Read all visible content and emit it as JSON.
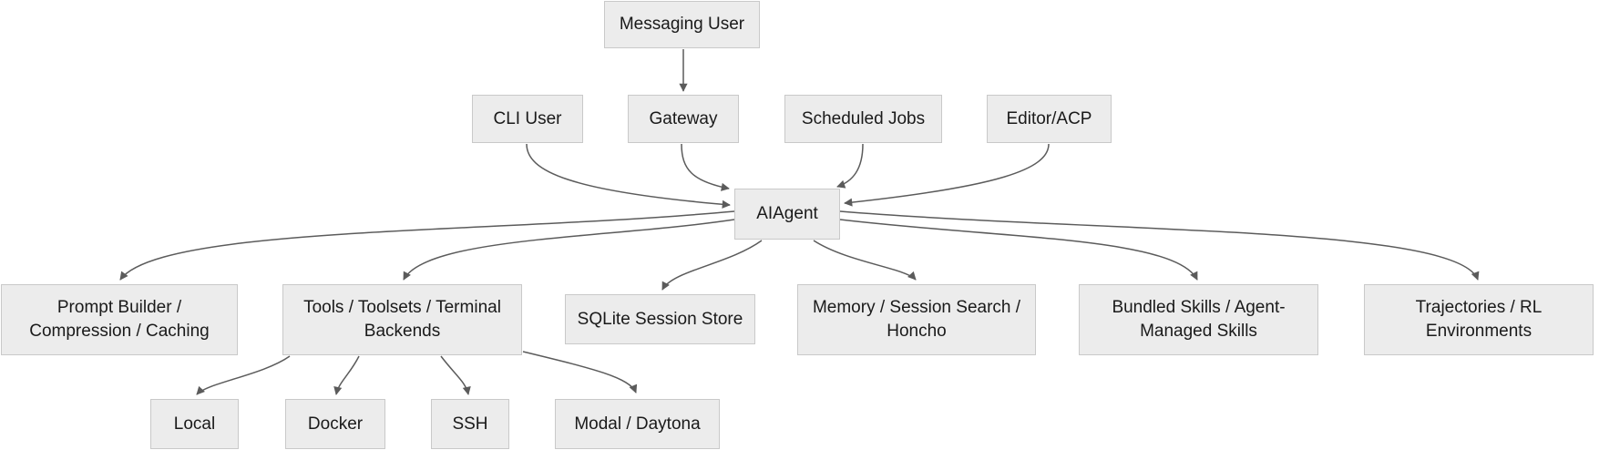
{
  "diagram": {
    "type": "flowchart",
    "colors": {
      "background": "#ffffff",
      "node-fill": "#ececec",
      "node-border": "#c9c9c9",
      "edge-color": "#5b5b5b",
      "text-color": "#1a1a1a"
    },
    "nodes": {
      "messaging_user": {
        "label": "Messaging User"
      },
      "cli_user": {
        "label": "CLI User"
      },
      "gateway": {
        "label": "Gateway"
      },
      "scheduled_jobs": {
        "label": "Scheduled Jobs"
      },
      "editor_acp": {
        "label": "Editor/ACP"
      },
      "ai_agent": {
        "label": "AIAgent"
      },
      "prompt_builder": {
        "label": "Prompt Builder /\nCompression / Caching"
      },
      "tools": {
        "label": "Tools / Toolsets / Terminal\nBackends"
      },
      "sqlite": {
        "label": "SQLite Session Store"
      },
      "memory": {
        "label": "Memory / Session Search /\nHoncho"
      },
      "bundled_skills": {
        "label": "Bundled Skills / Agent-\nManaged Skills"
      },
      "trajectories": {
        "label": "Trajectories / RL\nEnvironments"
      },
      "local": {
        "label": "Local"
      },
      "docker": {
        "label": "Docker"
      },
      "ssh": {
        "label": "SSH"
      },
      "modal_daytona": {
        "label": "Modal / Daytona"
      }
    },
    "edges": [
      {
        "from": "Messaging User",
        "to": "Gateway"
      },
      {
        "from": "CLI User",
        "to": "AIAgent"
      },
      {
        "from": "Gateway",
        "to": "AIAgent"
      },
      {
        "from": "Scheduled Jobs",
        "to": "AIAgent"
      },
      {
        "from": "Editor/ACP",
        "to": "AIAgent"
      },
      {
        "from": "AIAgent",
        "to": "Prompt Builder / Compression / Caching"
      },
      {
        "from": "AIAgent",
        "to": "Tools / Toolsets / Terminal Backends"
      },
      {
        "from": "AIAgent",
        "to": "SQLite Session Store"
      },
      {
        "from": "AIAgent",
        "to": "Memory / Session Search / Honcho"
      },
      {
        "from": "AIAgent",
        "to": "Bundled Skills / Agent-Managed Skills"
      },
      {
        "from": "AIAgent",
        "to": "Trajectories / RL Environments"
      },
      {
        "from": "Tools / Toolsets / Terminal Backends",
        "to": "Local"
      },
      {
        "from": "Tools / Toolsets / Terminal Backends",
        "to": "Docker"
      },
      {
        "from": "Tools / Toolsets / Terminal Backends",
        "to": "SSH"
      },
      {
        "from": "Tools / Toolsets / Terminal Backends",
        "to": "Modal / Daytona"
      }
    ]
  }
}
